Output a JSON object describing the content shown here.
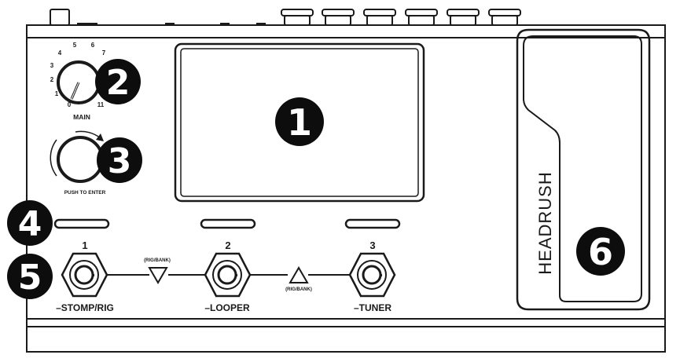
{
  "device": {
    "brand": "HEADRUSH"
  },
  "knobs": {
    "main": {
      "label": "MAIN",
      "scale": [
        "0",
        "1",
        "2",
        "3",
        "4",
        "5",
        "6",
        "7",
        "11"
      ]
    },
    "select": {
      "label": "PUSH TO ENTER"
    }
  },
  "footswitches": [
    {
      "number": "1",
      "function": "–STOMP/RIG"
    },
    {
      "number": "2",
      "function": "–LOOPER"
    },
    {
      "number": "3",
      "function": "–TUNER"
    }
  ],
  "bank": {
    "down_label": "(RIG/BANK)",
    "up_label": "(RIG/BANK)"
  },
  "callouts": [
    "1",
    "2",
    "3",
    "4",
    "5",
    "6"
  ],
  "colors": {
    "ink": "#1a1a1a",
    "badge": "#0d0d0d",
    "panel": "#ffffff"
  }
}
